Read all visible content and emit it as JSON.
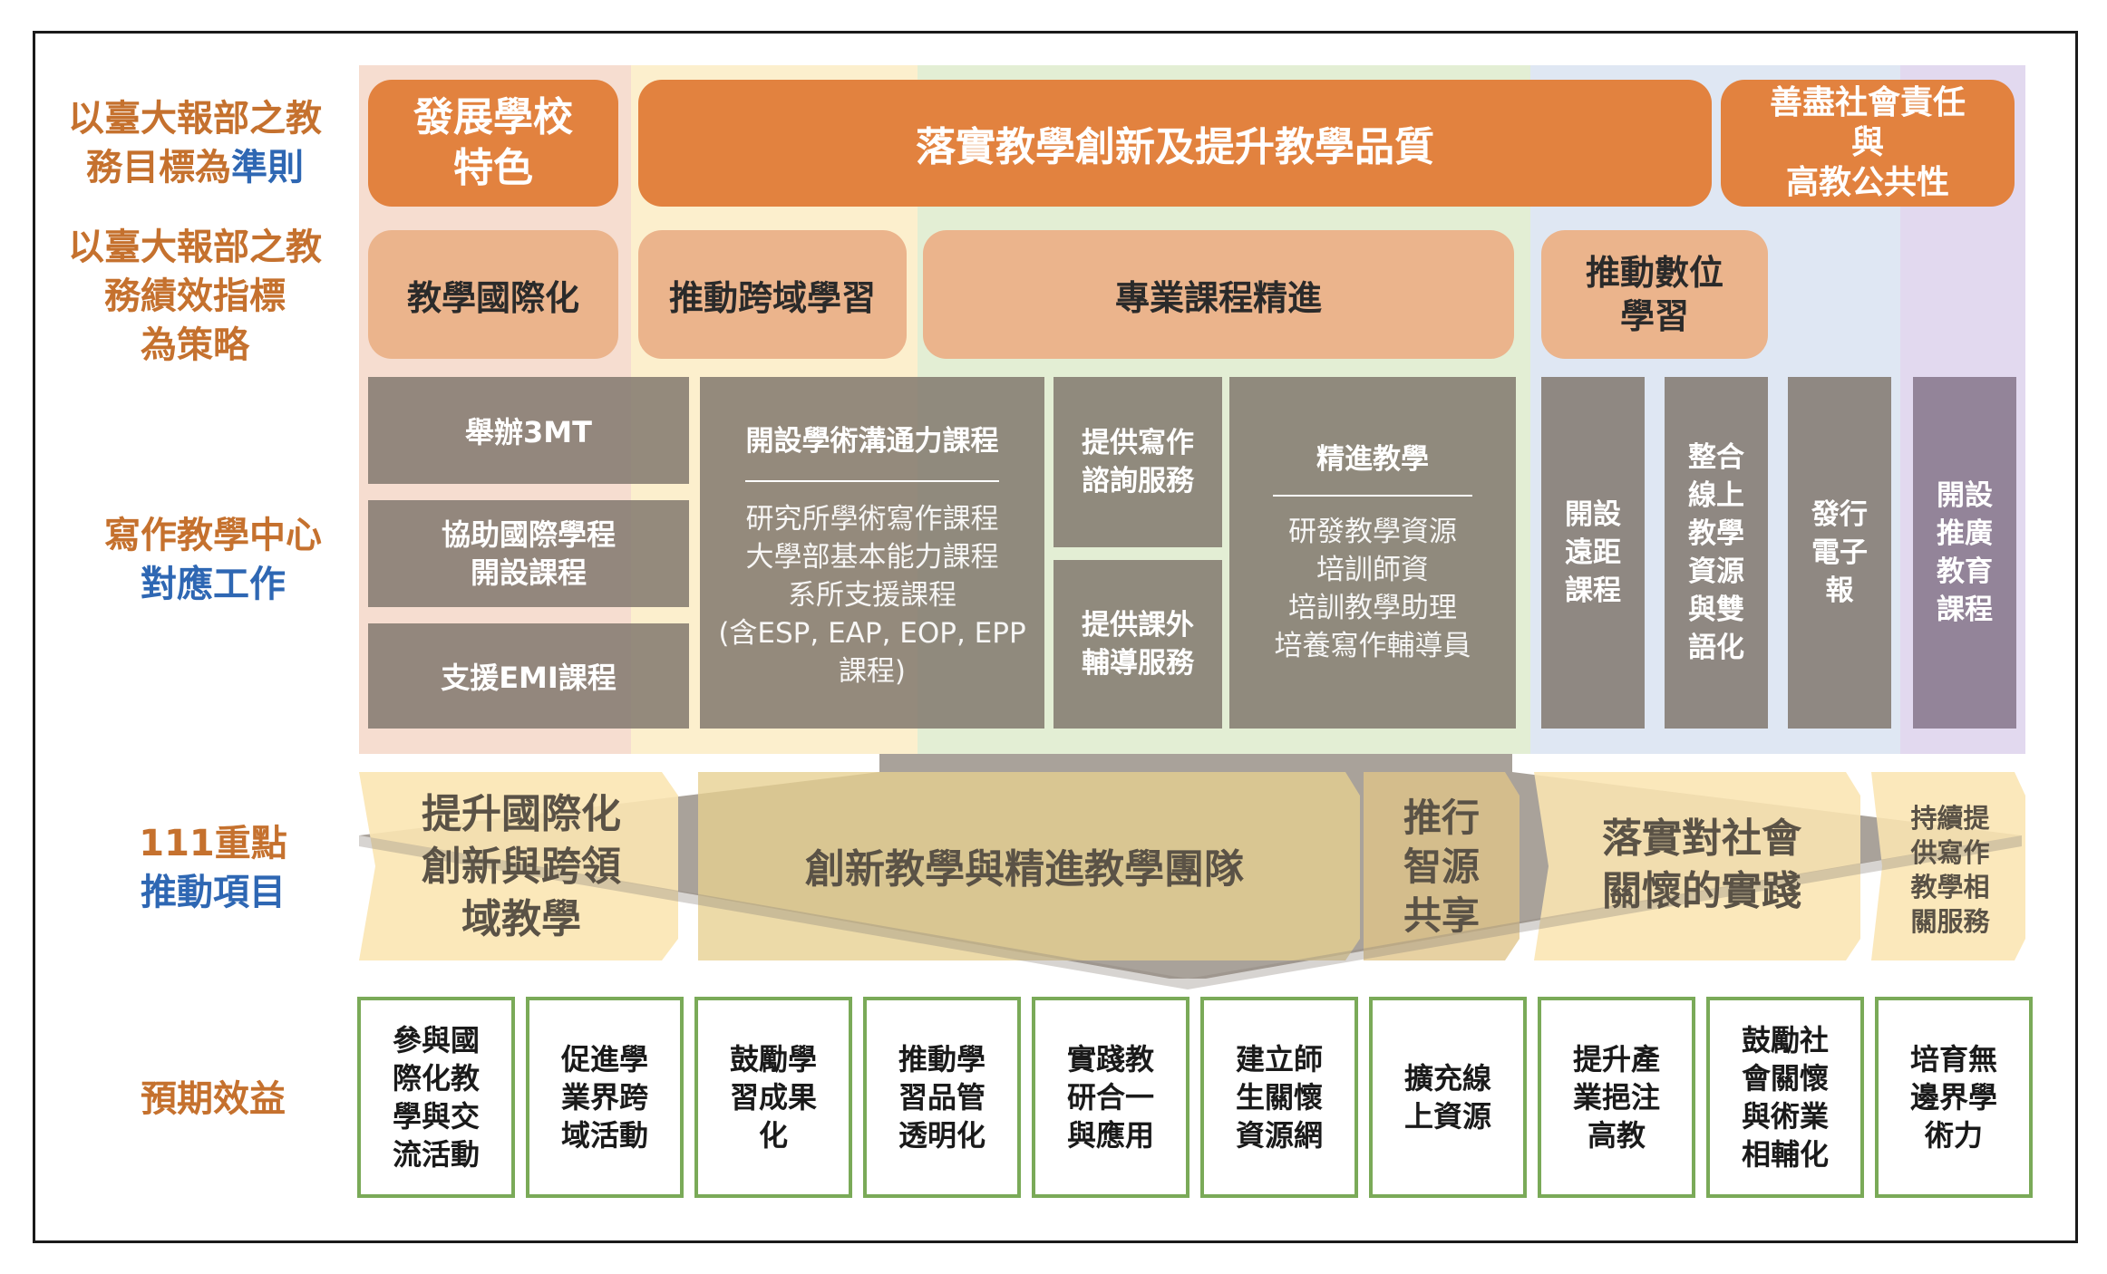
{
  "row_labels": {
    "r1": {
      "part1": "以臺大報部之教",
      "part2": "務目標為",
      "part3": "準則"
    },
    "r2": {
      "part1": "以臺大報部之教",
      "part2": "務績效指標",
      "part3": "為策略"
    },
    "r3": {
      "part1": "寫作教學中心",
      "part2": "對應工作"
    },
    "r4": {
      "part1": "111重點",
      "part2": "推動項目"
    },
    "r5": {
      "part1": "預期效益"
    }
  },
  "goals": {
    "g1": {
      "line1": "發展學校",
      "line2": "特色"
    },
    "g2": "落實教學創新及提升教學品質",
    "g3": {
      "line1": "善盡社會責任",
      "line2": "與",
      "line3": "高教公共性"
    }
  },
  "strategies": {
    "s1": "教學國際化",
    "s2": "推動跨域學習",
    "s3": "專業課程精進",
    "s4": {
      "line1": "推動數位",
      "line2": "學習"
    }
  },
  "center_work": {
    "w1": "舉辦3MT",
    "w2": {
      "line1": "協助國際學程",
      "line2": "開設課程"
    },
    "w3": "支援EMI課程",
    "w4": {
      "title": "開設學術溝通力課程",
      "lines": [
        "研究所學術寫作課程",
        "大學部基本能力課程",
        "系所支援課程",
        "(含ESP, EAP, EOP, EPP",
        "課程)"
      ]
    },
    "w5": {
      "line1": "提供寫作",
      "line2": "諮詢服務"
    },
    "w6": {
      "line1": "提供課外",
      "line2": "輔導服務"
    },
    "w7": {
      "title": "精進教學",
      "lines": [
        "研發教學資源",
        "培訓師資",
        "培訓教學助理",
        "培養寫作輔導員"
      ]
    },
    "w8": [
      "開設",
      "遠距",
      "課程"
    ],
    "w9": [
      "整合",
      "線上",
      "教學",
      "資源",
      "與雙",
      "語化"
    ],
    "w10": [
      "發行",
      "電子",
      "報"
    ],
    "w11": [
      "開設",
      "推廣",
      "教育",
      "課程"
    ]
  },
  "key_projects": {
    "p1": [
      "提升國際化",
      "創新與跨領",
      "域教學"
    ],
    "p2": "創新教學與精進教學團隊",
    "p3": [
      "推行",
      "智源",
      "共享"
    ],
    "p4": [
      "落實對社會",
      "關懷的實踐"
    ],
    "p5": [
      "持續提",
      "供寫作",
      "教學相",
      "關服務"
    ]
  },
  "benefits": [
    [
      "參與國",
      "際化教",
      "學與交",
      "流活動"
    ],
    [
      "促進學",
      "業界跨",
      "域活動"
    ],
    [
      "鼓勵學",
      "習成果",
      "化"
    ],
    [
      "推動學",
      "習品管",
      "透明化"
    ],
    [
      "實踐教",
      "研合一",
      "與應用"
    ],
    [
      "建立師",
      "生關懷",
      "資源網"
    ],
    [
      "擴充線",
      "上資源"
    ],
    [
      "提升產",
      "業挹注",
      "高教"
    ],
    [
      "鼓勵社",
      "會關懷",
      "與術業",
      "相輔化"
    ],
    [
      "培育無",
      "邊界學",
      "術力"
    ]
  ],
  "colors": {
    "orange": "#e2823f",
    "peach": "#ebb48c",
    "gray": "#80766c",
    "band_salmon": "#f6ddd0",
    "band_yellow": "#fcefcd",
    "band_green": "#e3eed4",
    "band_blue": "#dfe7f3",
    "band_purple": "#e2d9ef",
    "project_yellow": "#fbe5b2",
    "benefit_border": "#7aaa58"
  }
}
